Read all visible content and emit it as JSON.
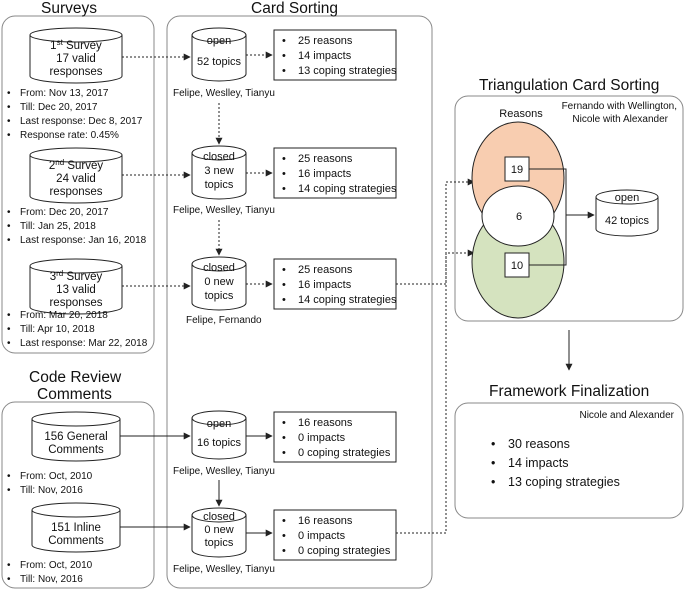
{
  "sections": {
    "surveys": "Surveys",
    "card_sorting": "Card Sorting",
    "triangulation": "Triangulation Card Sorting",
    "code_review_line1": "Code Review",
    "code_review_line2": "Comments",
    "framework": "Framework Finalization"
  },
  "surveys": [
    {
      "ordinal": "1",
      "ordinal_suffix": "st",
      "ordinal_rest": " Survey",
      "line2": "17 valid",
      "line3": "responses",
      "bullets": [
        "From: Nov 13, 2017",
        "Till: Dec 20, 2017",
        "Last response: Dec 8, 2017",
        "Response rate: 0.45%"
      ]
    },
    {
      "ordinal": "2",
      "ordinal_suffix": "nd",
      "ordinal_rest": " Survey",
      "line2": "24 valid",
      "line3": "responses",
      "bullets": [
        "From: Dec 20, 2017",
        "Till: Jan 25, 2018",
        "Last response: Jan 16, 2018"
      ]
    },
    {
      "ordinal": "3",
      "ordinal_suffix": "rd",
      "ordinal_rest": " Survey",
      "line2": "13 valid",
      "line3": "responses",
      "bullets": [
        "From: Mar 20, 2018",
        "Till: Apr 10, 2018",
        "Last response: Mar 22, 2018"
      ]
    }
  ],
  "code_review": [
    {
      "line1": "156 General",
      "line2": "Comments",
      "bullets": [
        "From: Oct, 2010",
        "Till: Nov, 2016"
      ]
    },
    {
      "line1": "151 Inline",
      "line2": "Comments",
      "bullets": [
        "From: Oct, 2010",
        "Till: Nov, 2016"
      ]
    }
  ],
  "card_sorting": [
    {
      "lines": [
        "open",
        "52 topics"
      ],
      "people": "Felipe, Weslley, Tianyu",
      "results": [
        "25 reasons",
        "14 impacts",
        "13 coping strategies"
      ]
    },
    {
      "lines": [
        "closed",
        "3 new",
        "topics"
      ],
      "people": "Felipe, Weslley, Tianyu",
      "results": [
        "25 reasons",
        "16 impacts",
        "14 coping strategies"
      ]
    },
    {
      "lines": [
        "closed",
        "0 new",
        "topics"
      ],
      "people": "Felipe, Fernando",
      "results": [
        "25 reasons",
        "16 impacts",
        "14 coping strategies"
      ]
    },
    {
      "lines": [
        "open",
        "16 topics"
      ],
      "people": "Felipe, Weslley, Tianyu",
      "results": [
        "16 reasons",
        "0 impacts",
        "0 coping strategies"
      ]
    },
    {
      "lines": [
        "closed",
        "0 new",
        "topics"
      ],
      "people": "Felipe, Weslley, Tianyu",
      "results": [
        "16 reasons",
        "0 impacts",
        "0 coping strategies"
      ]
    }
  ],
  "triangulation": {
    "team_line1": "Fernando with Wellington,",
    "team_line2": "Nicole with Alexander",
    "reasons_label": "Reasons",
    "top_count": "19",
    "overlap_count": "6",
    "bottom_count": "10",
    "open_label": "open",
    "topics_label": "42 topics"
  },
  "framework": {
    "team": "Nicole and Alexander",
    "results": [
      "30 reasons",
      "14 impacts",
      "13 coping strategies"
    ]
  },
  "colors": {
    "top_circle": "#f8cdb0",
    "bottom_circle": "#d5e3bf",
    "panel_border": "#888888"
  }
}
